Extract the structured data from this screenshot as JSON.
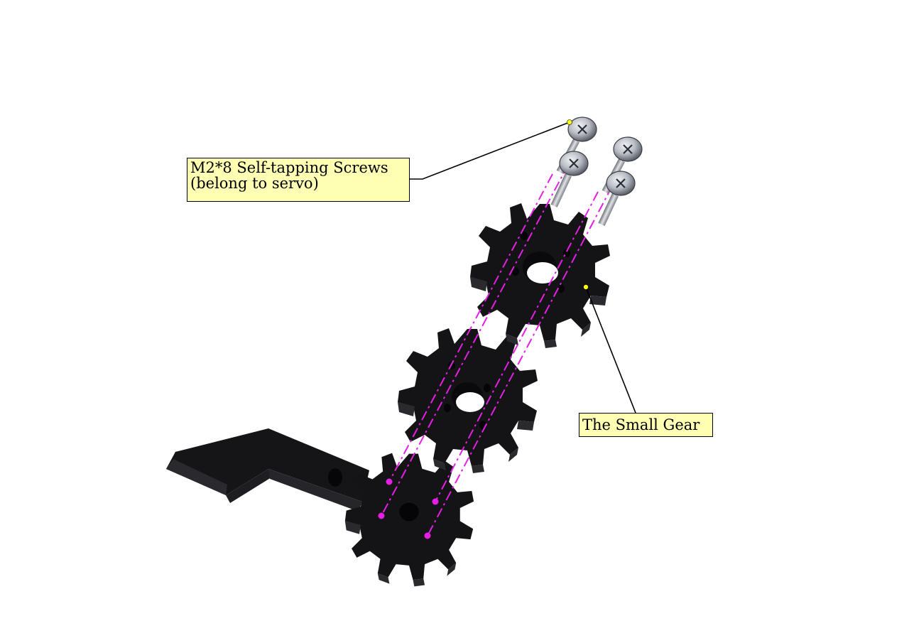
{
  "callouts": {
    "screws": {
      "line1": "M2*8 Self-tapping Screws",
      "line2": "(belong to servo)"
    },
    "gear": {
      "label": "The Small Gear"
    }
  },
  "colors": {
    "part": "#151517",
    "part_edge": "#2c2c30",
    "axis_line": "#e61ee6",
    "callout_fill": "#ffffb4",
    "leader_dot": "#ffff00",
    "screw_metal": "#b8bcc4"
  },
  "icons": [
    "screw-icon",
    "gear-icon",
    "arm-bracket-icon"
  ]
}
